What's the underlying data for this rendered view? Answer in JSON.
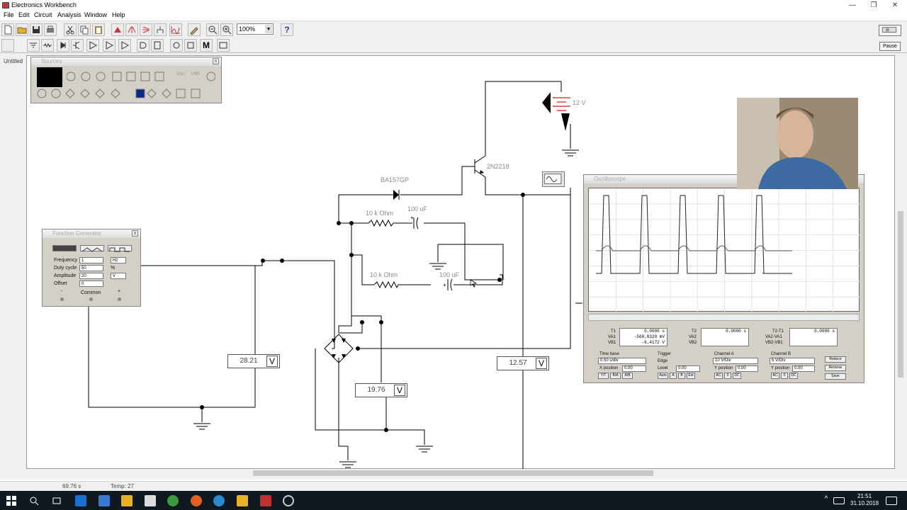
{
  "window": {
    "title": "Electronics Workbench"
  },
  "menu": [
    "File",
    "Edit",
    "Circuit",
    "Analysis",
    "Window",
    "Help"
  ],
  "toolbar": {
    "zoom": "100%",
    "help_label": "?",
    "pause_label": "Pause",
    "macro_label": "M"
  },
  "document": {
    "tab": "Untitled"
  },
  "sources_window": {
    "title": "Sources",
    "labels": [
      "Vcc",
      "Vdd"
    ]
  },
  "function_generator": {
    "title": "Function Generator",
    "frequency_label": "Frequency",
    "frequency_value": "1",
    "frequency_unit": "Hz",
    "duty_label": "Duty cycle",
    "duty_value": "50",
    "duty_unit": "%",
    "amplitude_label": "Amplitude",
    "amplitude_value": "20",
    "amplitude_unit": "V",
    "offset_label": "Offset",
    "offset_value": "0",
    "common_label": "Common",
    "minus_label": "-",
    "plus_label": "+"
  },
  "circuit": {
    "battery_label": "12 V",
    "transistor_label": "2N2218",
    "diode_label": "BA157GP",
    "r1_label": "10 k Ohm",
    "c1_label": "100 uF",
    "r2_label": "10 k Ohm",
    "c2_label": "100 uF"
  },
  "meters": [
    {
      "value": "28.21",
      "unit": "V"
    },
    {
      "value": "19.76",
      "unit": "V"
    },
    {
      "value": "12.57",
      "unit": "V"
    }
  ],
  "oscilloscope": {
    "title": "Oscilloscope",
    "t1_label": "T1",
    "t1_value": "0.0000",
    "t1_unit": "s",
    "va1_label": "VA1",
    "va1_value": "-568.8320",
    "va1_unit": "mV",
    "vb1_label": "VB1",
    "vb1_value": "-6.4172",
    "vb1_unit": "V",
    "t2_label": "T2",
    "t2_value": "0.0000",
    "t2_unit": "s",
    "va2_label": "VA2",
    "vb2_label": "VB2",
    "dt_label": "T2-T1",
    "dt_value": "0.0000",
    "dt_unit": "s",
    "dva_label": "VA2-VA1",
    "dvb_label": "VB2-VB1",
    "timebase_label": "Time base",
    "timebase_value": "0.50 s/div",
    "xpos_label": "X position",
    "xpos_value": "0.00",
    "mode_buttons": [
      "Y/T",
      "B/A",
      "A/B"
    ],
    "trigger_label": "Trigger",
    "edge_label": "Edge",
    "level_label": "Level",
    "level_value": "0.00",
    "trigger_buttons": [
      "Auto",
      "A",
      "B",
      "Ext"
    ],
    "cha_label": "Channel A",
    "cha_value": "10 V/Div",
    "cha_ypos_label": "Y position",
    "cha_ypos_value": "0.00",
    "chb_label": "Channel B",
    "chb_value": "5 V/Div",
    "chb_ypos_label": "Y position",
    "chb_ypos_value": "0.00",
    "coupling_buttons": [
      "AC",
      "0",
      "DC"
    ],
    "side_buttons": [
      "Reduce",
      "Reverse",
      "Save"
    ]
  },
  "status": {
    "time": "69.76 s",
    "temp": "Temp: 27"
  },
  "clock": {
    "time": "21:51",
    "date": "31.10.2018"
  },
  "colors": {
    "wire": "#000000",
    "label": "#8a8a8a",
    "panel": "#d4d0c8",
    "taskbar": "#101820"
  }
}
